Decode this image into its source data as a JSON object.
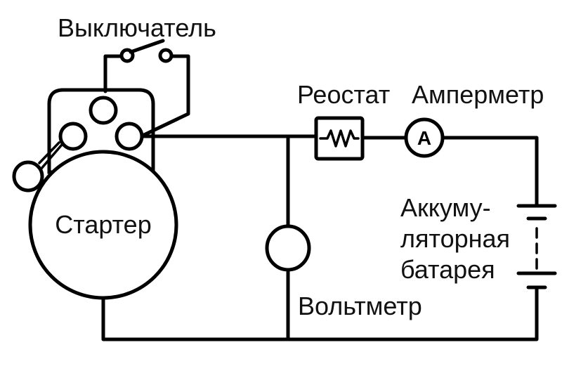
{
  "labels": {
    "switch": "Выключатель",
    "rheostat": "Реостат",
    "ammeter": "Амперметр",
    "starter": "Стартер",
    "battery_line1": "Аккуму-",
    "battery_line2": "ляторная",
    "battery_line3": "батарея",
    "voltmeter": "Вольтметр",
    "ammeter_symbol": "A"
  }
}
